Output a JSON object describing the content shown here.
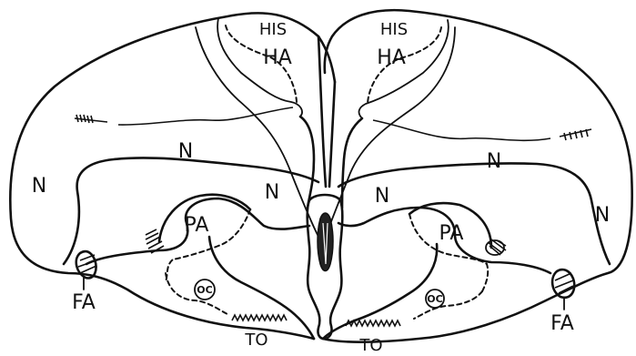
{
  "labels": {
    "his_left": "HIS",
    "his_right": "HIS",
    "ha_left": "HA",
    "ha_right": "HA",
    "n_outer_left": "N",
    "n_upper_left": "N",
    "n_center_left": "N",
    "n_center_right": "N",
    "n_upper_right": "N",
    "n_outer_right": "N",
    "pa_left": "PA",
    "pa_right": "PA",
    "fa_left": "FA",
    "fa_right": "FA",
    "oc_left": "OC",
    "oc_right": "OC",
    "to_left": "TO",
    "to_right": "TO"
  },
  "colors": {
    "ink": "#111111",
    "paper": "#ffffff"
  }
}
